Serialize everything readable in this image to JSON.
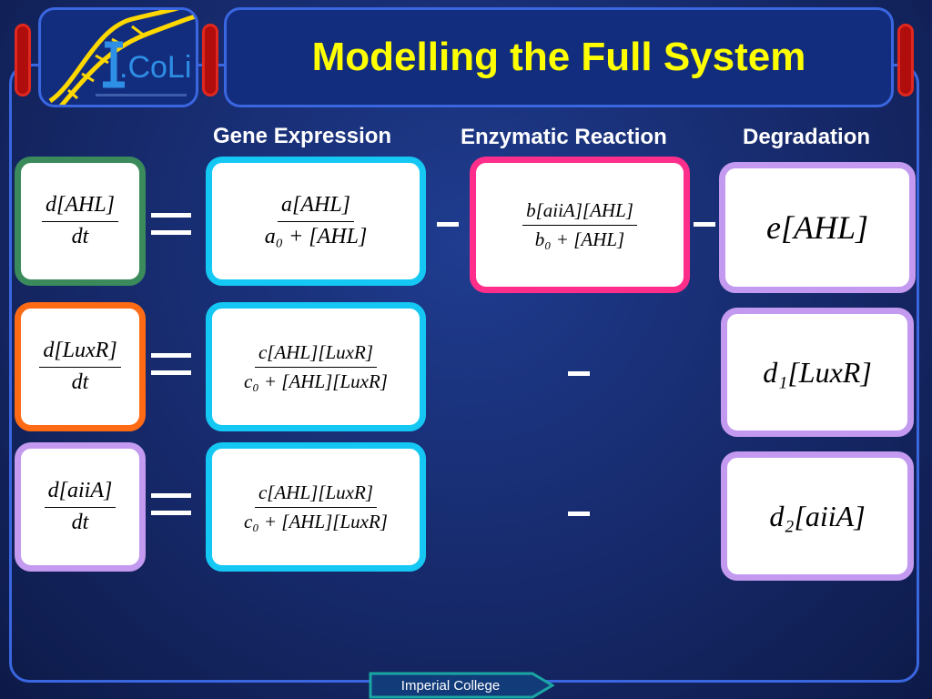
{
  "slide": {
    "title": "Modelling the Full System",
    "logo_text": ".CoLi"
  },
  "columns": {
    "gene_expression": "Gene Expression",
    "enzymatic_reaction": "Enzymatic Reaction",
    "degradation": "Degradation"
  },
  "equations": [
    {
      "lhs_num": "d[AHL]",
      "lhs_den": "dt",
      "gene_num": "a[AHL]",
      "gene_den": "a₀ + [AHL]",
      "enzyme_num": "b[aiiA][AHL]",
      "enzyme_den": "b₀ + [AHL]",
      "degradation": "e[AHL]"
    },
    {
      "lhs_num": "d[LuxR]",
      "lhs_den": "dt",
      "gene_num": "c[AHL][LuxR]",
      "gene_den": "c₀ + [AHL][LuxR]",
      "degradation": "d₁[LuxR]"
    },
    {
      "lhs_num": "d[aiiA]",
      "lhs_den": "dt",
      "gene_num": "c[AHL][LuxR]",
      "gene_den": "c₀ + [AHL][LuxR]",
      "degradation": "d₂[aiiA]"
    }
  ],
  "footer": {
    "label": "Imperial College"
  },
  "colors": {
    "title": "#ffff00",
    "frame_blue": "#3a66e0",
    "background": "#16296a",
    "lhs_green": "#3a8a5c",
    "lhs_orange": "#ff6a14",
    "lhs_violet": "#c39aef",
    "gene_cyan": "#15c8f4",
    "enzyme_pink": "#ff2e8a",
    "degradation_violet": "#c39aef",
    "accent_red": "#b00d0d"
  },
  "icons": [
    "dna-helix-icon",
    "imperial-igem-logo"
  ]
}
